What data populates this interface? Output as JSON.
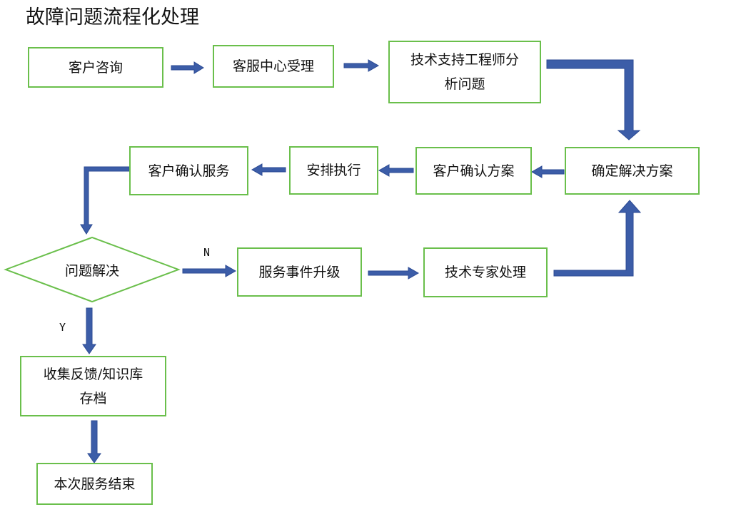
{
  "title": "故障问题流程化处理",
  "colors": {
    "box_border": "#6abf4b",
    "arrow": "#3c5da8",
    "arrow_outline": "#2b4a93",
    "text": "#111111"
  },
  "nodes": {
    "customer_inquiry": "客户咨询",
    "service_center": "客服中心受理",
    "tech_support": "技术支持工程师分\n析问题",
    "determine_solution": "确定解决方案",
    "customer_confirm_plan": "客户确认方案",
    "arrange_execution": "安排执行",
    "customer_confirm_service": "客户确认服务",
    "problem_solved": "问题解决",
    "escalation": "服务事件升级",
    "expert_handling": "技术专家处理",
    "collect_feedback": "收集反馈/知识库\n存档",
    "service_end": "本次服务结束"
  },
  "edge_labels": {
    "no": "N",
    "yes": "Y"
  }
}
